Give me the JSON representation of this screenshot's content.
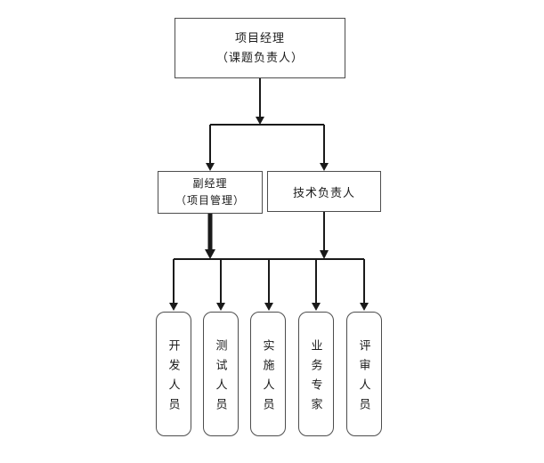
{
  "diagram": {
    "title": "project-org-chart",
    "root": {
      "line1": "项目经理",
      "line2": "（课题负责人）"
    },
    "level2": {
      "deputy": {
        "line1": "副经理",
        "line2": "（项目管理）"
      },
      "tech": {
        "label": "技术负责人"
      }
    },
    "leaves": [
      "开发人员",
      "测试人员",
      "实施人员",
      "业务专家",
      "评审人员"
    ],
    "colors": {
      "background": "#ffffff",
      "border": "#4d4d4d",
      "line": "#1a1a1a",
      "text": "#1a1a1a"
    }
  }
}
